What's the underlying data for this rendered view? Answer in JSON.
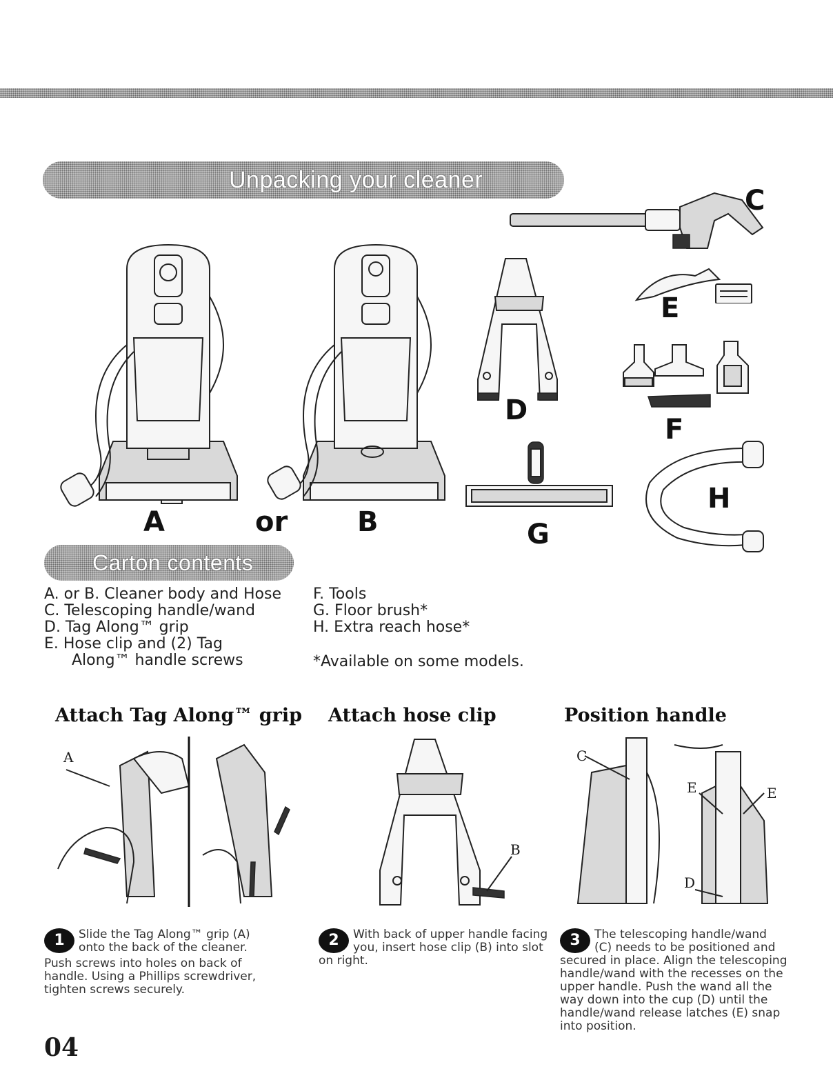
{
  "headers": {
    "unpacking": "Unpacking your cleaner",
    "carton": "Carton contents"
  },
  "figure_labels": {
    "a": "A",
    "or": "or",
    "b": "B",
    "c": "C",
    "d": "D",
    "e": "E",
    "f": "F",
    "g": "G",
    "h": "H"
  },
  "carton_list": {
    "left": [
      "A. or B. Cleaner body and Hose",
      "C. Telescoping handle/wand",
      "D. Tag Along™ grip",
      "E.  Hose clip and (2) Tag",
      "Along™ handle screws"
    ],
    "right": [
      "F.  Tools",
      "G. Floor brush*",
      "H. Extra reach hose*"
    ],
    "note": "*Available on some models."
  },
  "sections": [
    {
      "title": "Attach Tag Along™ grip",
      "callouts": [
        "A"
      ],
      "step_number": "1",
      "step_lead": "Slide the Tag Along™ grip (A) onto the back of the cleaner.",
      "step_body": "Push screws into holes on back of handle. Using a Phillips screwdriver, tighten screws securely."
    },
    {
      "title": "Attach hose clip",
      "callouts": [
        "B"
      ],
      "step_number": "2",
      "step_lead": "With back of upper handle facing you, insert hose clip (B) into slot on right.",
      "step_body": ""
    },
    {
      "title": "Position handle",
      "callouts": [
        "C",
        "E",
        "E",
        "D"
      ],
      "step_number": "3",
      "step_lead": "The telescoping handle/wand (C) needs to be positioned and secured in place. Align the telescoping handle/wand with the recesses on the upper handle. Push the wand all the way down into the cup (D) until the handle/wand release latches (E) snap into position.",
      "step_body": ""
    }
  ],
  "page_number": "04"
}
